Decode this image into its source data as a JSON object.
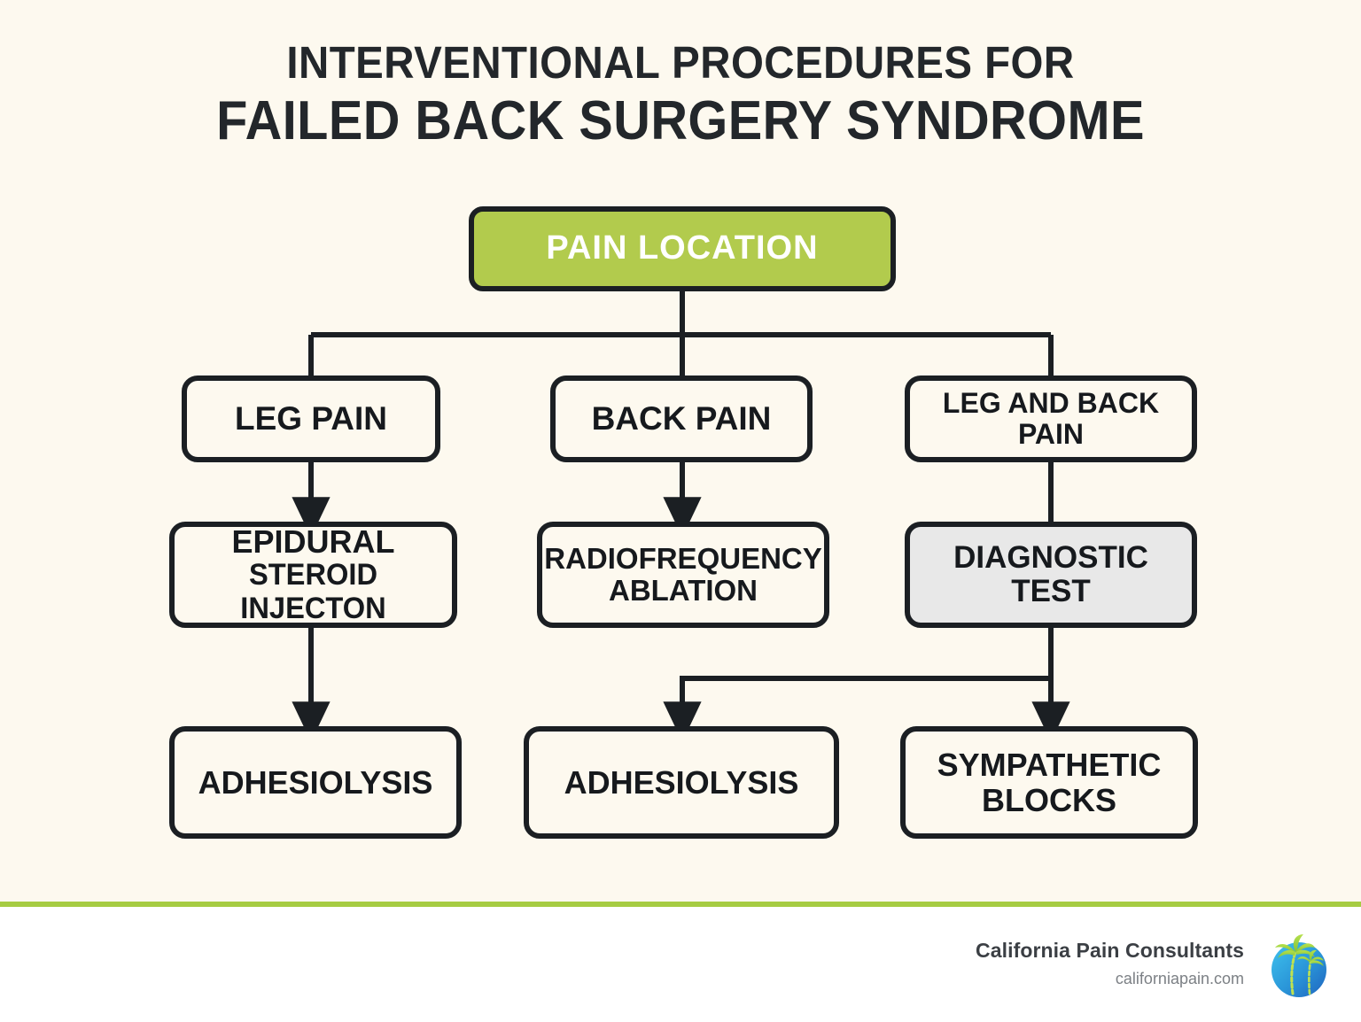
{
  "title": {
    "line1": "INTERVENTIONAL PROCEDURES FOR",
    "line2": "FAILED BACK SURGERY SYNDROME"
  },
  "colors": {
    "background": "#fdf9ef",
    "accent_green": "#b2cb4d",
    "divider_green": "#a6cc42",
    "ink": "#1b1f23",
    "gray_fill": "#e8e8e8",
    "footer_background": "#ffffff"
  },
  "flowchart": {
    "type": "flowchart",
    "orientation": "top-down",
    "root": {
      "id": "pain-location",
      "label": "PAIN LOCATION",
      "fill": "accent_green",
      "text_color": "#ffffff"
    },
    "columns": [
      {
        "branch": {
          "id": "leg-pain",
          "label": "LEG PAIN"
        },
        "procedure": {
          "id": "epidural-steroid-injection",
          "line1": "EPIDURAL",
          "line2": "STEROID INJECTON"
        },
        "outcome": {
          "id": "adhesiolysis-left",
          "label": "ADHESIOLYSIS"
        }
      },
      {
        "branch": {
          "id": "back-pain",
          "label": "BACK PAIN"
        },
        "procedure": {
          "id": "radiofrequency-ablation",
          "line1": "RADIOFREQUENCY",
          "line2": "ABLATION"
        },
        "outcome": {
          "id": "adhesiolysis-middle",
          "label": "ADHESIOLYSIS"
        }
      },
      {
        "branch": {
          "id": "leg-and-back-pain",
          "line1": "LEG AND BACK",
          "line2": "PAIN"
        },
        "procedure": {
          "id": "diagnostic-test",
          "line1": "DIAGNOSTIC",
          "line2": "TEST",
          "fill": "gray_fill"
        },
        "outcome": {
          "id": "sympathetic-blocks",
          "line1": "SYMPATHETIC",
          "line2": "BLOCKS"
        }
      }
    ],
    "edges": [
      {
        "from": "pain-location",
        "to": "leg-pain",
        "arrowhead": false
      },
      {
        "from": "pain-location",
        "to": "back-pain",
        "arrowhead": false
      },
      {
        "from": "pain-location",
        "to": "leg-and-back-pain",
        "arrowhead": false
      },
      {
        "from": "leg-pain",
        "to": "epidural-steroid-injection",
        "arrowhead": true
      },
      {
        "from": "back-pain",
        "to": "radiofrequency-ablation",
        "arrowhead": true
      },
      {
        "from": "leg-and-back-pain",
        "to": "diagnostic-test",
        "arrowhead": false
      },
      {
        "from": "epidural-steroid-injection",
        "to": "adhesiolysis-left",
        "arrowhead": true
      },
      {
        "from": "diagnostic-test",
        "to": "adhesiolysis-middle",
        "arrowhead": true
      },
      {
        "from": "diagnostic-test",
        "to": "sympathetic-blocks",
        "arrowhead": true
      }
    ]
  },
  "footer": {
    "brand_name": "California Pain Consultants",
    "brand_url": "californiapain.com",
    "logo": "palm-tree-globe-logo"
  }
}
